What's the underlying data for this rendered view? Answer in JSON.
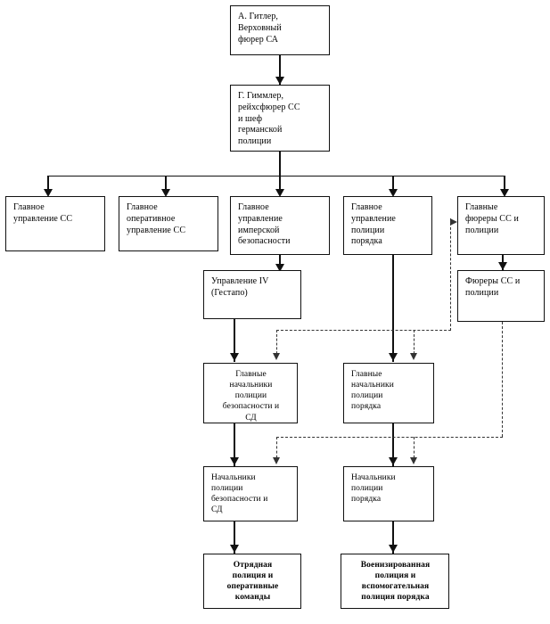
{
  "diagram": {
    "type": "organizational-hierarchy-flowchart",
    "language": "ru",
    "nodes": [
      {
        "id": "hitler",
        "label": "А.        Гитлер,\nВерховный\nфюрер СА"
      },
      {
        "id": "himmler",
        "label": "Г.  Гиммлер,\nрейхсфюрер СС\nи               шеф\nгерманской\nполиции"
      },
      {
        "id": "hauptamt-ss",
        "label": "Главное\nуправление СС"
      },
      {
        "id": "hauptamt-operativ",
        "label": "Главное\nоперативное\nуправление СС"
      },
      {
        "id": "rsha",
        "label": "Главное\nуправление\nимперской\nбезопасности"
      },
      {
        "id": "orpo-hauptamt",
        "label": "Главное\nуправление\nполиции\nпорядка"
      },
      {
        "id": "hsspf",
        "label": "Главные\nфюреры СС и\nполиции"
      },
      {
        "id": "amt-iv",
        "label": "Управление IV\n(Гестапо)"
      },
      {
        "id": "sspf",
        "label": "Фюреры СС и\nполиции"
      },
      {
        "id": "bdso",
        "label": "Главные\nначальники\nполиции\nбезопасности и\nСД"
      },
      {
        "id": "bdo",
        "label": "Главные\nначальники\nполиции\nпорядка"
      },
      {
        "id": "kdso",
        "label": "Начальники\nполиции\nбезопасности и\nСД"
      },
      {
        "id": "kdo",
        "label": "Начальники\nполиции\nпорядка"
      },
      {
        "id": "einsatz",
        "label": "Отрядная\nполиция и\nоперативные\nкоманды"
      },
      {
        "id": "milit-polizei",
        "label": "Военизированная\nполиция и\nвспомогательная\nполиция порядка"
      }
    ]
  }
}
